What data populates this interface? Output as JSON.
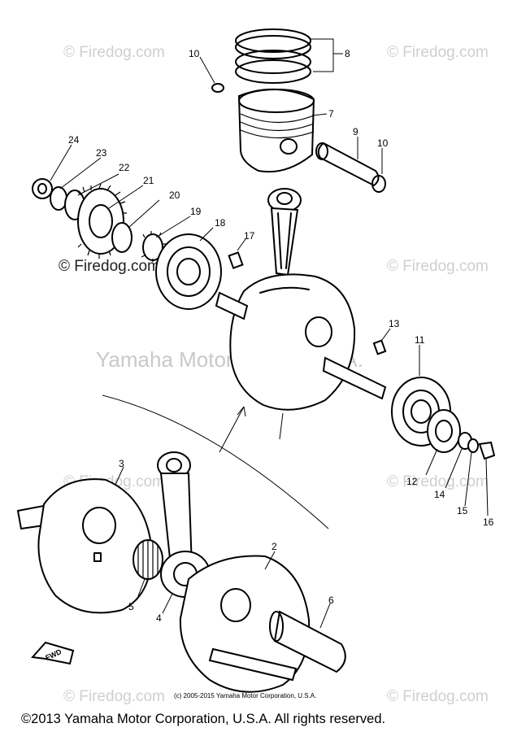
{
  "watermarks": {
    "site": "© Firedog.com",
    "center": "Yamaha Motor Corp., U.S.A."
  },
  "callouts": [
    "24",
    "23",
    "22",
    "21",
    "20",
    "19",
    "18",
    "17",
    "10",
    "8",
    "7",
    "9",
    "10",
    "13",
    "11",
    "12",
    "14",
    "15",
    "16",
    "3",
    "2",
    "6",
    "5",
    "4"
  ],
  "fwd_label": "FWD",
  "inner_copyright": "(c) 2005-2015 Yamaha Motor Corporation, U.S.A.",
  "footer": "©2013 Yamaha Motor Corporation, U.S.A. All rights reserved."
}
